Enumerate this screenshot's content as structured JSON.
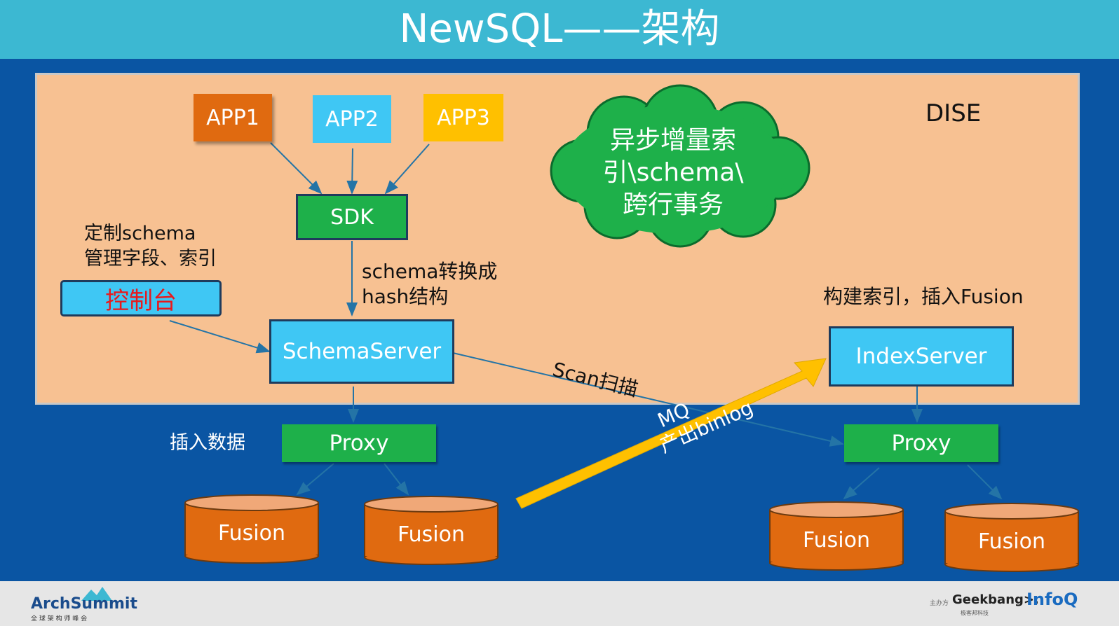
{
  "slide": {
    "title": "NewSQL——架构",
    "region_label": "DISE",
    "apps": [
      "APP1",
      "APP2",
      "APP3"
    ],
    "sdk": "SDK",
    "cloud_lines": [
      "异步增量索",
      "引\\schema\\",
      "跨行事务"
    ],
    "left_note_lines": [
      "定制schema",
      "管理字段、索引"
    ],
    "console": "控制台",
    "schema_note_lines": [
      "schema转换成",
      "hash结构"
    ],
    "schema_server": "SchemaServer",
    "scan_label": "Scan扫描",
    "index_note": "构建索引，插入Fusion",
    "index_server": "IndexServer",
    "insert_label": "插入数据",
    "proxy_left": "Proxy",
    "proxy_right": "Proxy",
    "mq_lines": [
      "MQ",
      "产出binlog"
    ],
    "fusion": [
      "Fusion",
      "Fusion",
      "Fusion",
      "Fusion"
    ]
  },
  "footer": {
    "logo_left": "ArchSummit",
    "logo_left_sub": "全 球 架 构 师 峰 会",
    "host_label": "主办方",
    "logo_geek": "Geekbang>.",
    "logo_geek_sub": "极客邦科技",
    "logo_infoq": "InfoQ"
  },
  "colors": {
    "title_bar": "#3cb8d2",
    "background": "#0a55a3",
    "region": "#f7c192",
    "app1": "#e06a10",
    "app2": "#3fc7f4",
    "app3": "#ffc000",
    "green": "#1eb04a",
    "cyan_box": "#3fc7f4",
    "fusion": "#e06a10",
    "arrow": "#ffc000",
    "console_text": "#e8191c"
  }
}
